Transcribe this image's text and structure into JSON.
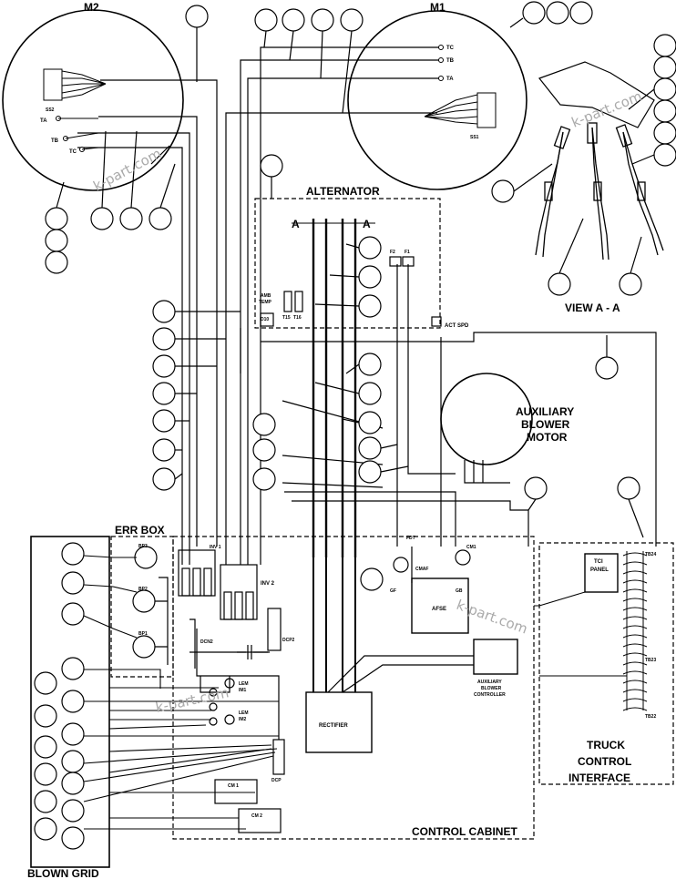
{
  "labels": {
    "m2": "M2",
    "m1": "M1",
    "alternator": "ALTERNATOR",
    "aux_blower_motor": [
      "AUXILIARY",
      "BLOWER",
      "MOTOR"
    ],
    "view_aa": "VIEW A - A",
    "err_box": "ERR BOX",
    "blown_grid": "BLOWN GRID",
    "control_cabinet": "CONTROL CABINET",
    "truck_control_interface": [
      "TRUCK",
      "CONTROL",
      "INTERFACE"
    ],
    "section_a_left": "A",
    "section_a_right": "A",
    "rectifier": "RECTIFIER",
    "afse": "AFSE",
    "aux_blower_controller": [
      "AUXILIARY",
      "BLOWER",
      "CONTROLLER"
    ],
    "tci_panel": [
      "TCI",
      "PANEL"
    ],
    "act_spd": "ACT SPD",
    "amb_temp": [
      "AMB",
      "TEMP"
    ],
    "inv1": "INV 1",
    "inv2": "INV 2",
    "dcp": "DCP",
    "dcp2": "DCP2",
    "dcn2": "DCN2",
    "cm1": "CM 1",
    "cm2": "CM 2",
    "cm1_top": "CM1",
    "cmaf": "CMAF",
    "fdt": "FDT",
    "gf": "GF",
    "gb": "GB",
    "f1": "F1",
    "f2": "F2",
    "tb22": "TB22",
    "tb23": "TB23",
    "tb24": "TB24",
    "lem_im1": [
      "LEM",
      "IM1"
    ],
    "lem_im2": [
      "LEM",
      "IM2"
    ],
    "bp1": "BP1",
    "bp2": "BP2",
    "bp3": "BP3",
    "ta_m2": "TA",
    "tb_m2": "TB",
    "tc_m2": "TC",
    "ta_m1": "TA",
    "tb_m1": "TB",
    "tc_m1": "TC",
    "ss1": "SS1",
    "ss2": "SS2",
    "t15": "T15",
    "t16": "T16",
    "d10": "D10"
  },
  "watermark": "k-part.com"
}
